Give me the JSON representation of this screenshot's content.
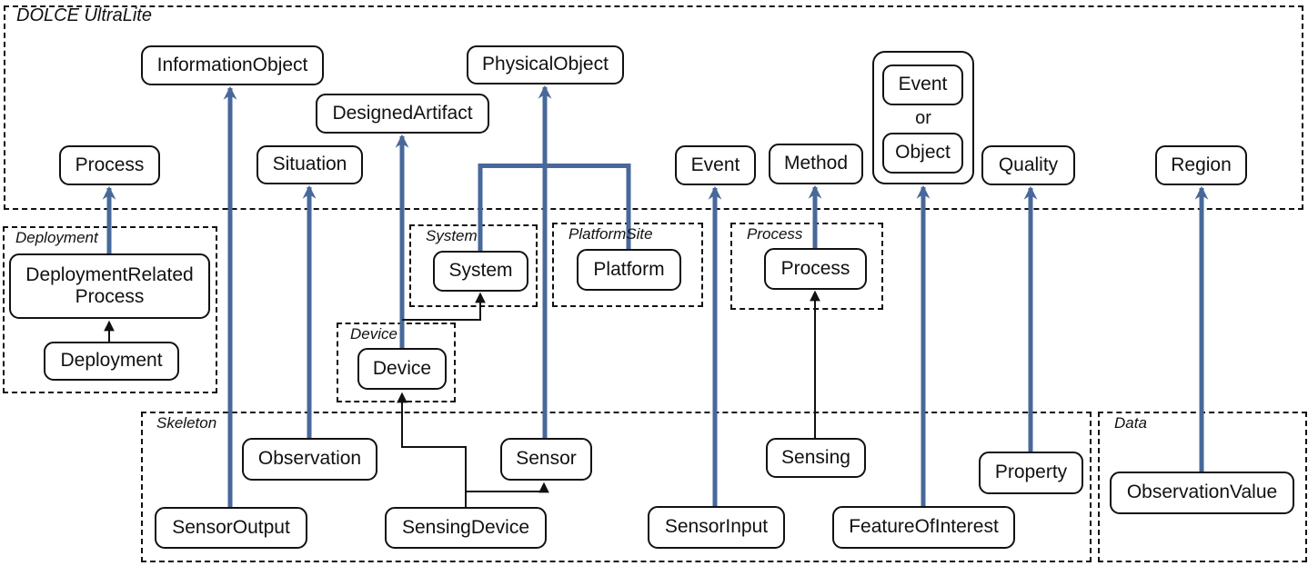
{
  "diagram_title": "DOLCE UltraLite",
  "colors": {
    "alignment_arrow": "#48689a",
    "subclass_arrow": "#111111",
    "box_border": "#111111",
    "background": "#ffffff"
  },
  "dul": {
    "label": "DOLCE UltraLite",
    "classes": {
      "informationObject": "InformationObject",
      "physicalObject": "PhysicalObject",
      "designedArtifact": "DesignedArtifact",
      "process": "Process",
      "situation": "Situation",
      "event": "Event",
      "method": "Method",
      "quality": "Quality",
      "region": "Region",
      "eventOrObject": {
        "event": "Event",
        "conjunction": "or",
        "object": "Object"
      }
    }
  },
  "modules": {
    "deployment": {
      "label": "Deployment",
      "classes": {
        "deploymentRelatedProcess": "DeploymentRelated\nProcess",
        "deployment": "Deployment"
      }
    },
    "system": {
      "label": "System",
      "classes": {
        "system": "System"
      }
    },
    "platformSite": {
      "label": "PlatformSite",
      "classes": {
        "platform": "Platform"
      }
    },
    "process": {
      "label": "Process",
      "classes": {
        "process": "Process"
      }
    },
    "device": {
      "label": "Device",
      "classes": {
        "device": "Device"
      }
    },
    "skeleton": {
      "label": "Skeleton",
      "classes": {
        "observation": "Observation",
        "sensorOutput": "SensorOutput",
        "sensor": "Sensor",
        "sensingDevice": "SensingDevice",
        "sensorInput": "SensorInput",
        "sensing": "Sensing",
        "featureOfInterest": "FeatureOfInterest",
        "property": "Property"
      }
    },
    "data": {
      "label": "Data",
      "classes": {
        "observationValue": "ObservationValue"
      }
    }
  },
  "edges": {
    "alignment": [
      {
        "from": "DeploymentRelatedProcess",
        "to": "Process"
      },
      {
        "from": "SensorOutput",
        "to": "InformationObject"
      },
      {
        "from": "Observation",
        "to": "Situation"
      },
      {
        "from": "Device",
        "to": "DesignedArtifact"
      },
      {
        "from": "Sensor",
        "to": "PhysicalObject"
      },
      {
        "from": "System",
        "to": "PhysicalObject"
      },
      {
        "from": "Platform",
        "to": "PhysicalObject"
      },
      {
        "from": "SensorInput",
        "to": "Event"
      },
      {
        "from": "Process",
        "to": "Method"
      },
      {
        "from": "FeatureOfInterest",
        "to": "Event or Object"
      },
      {
        "from": "Property",
        "to": "Quality"
      },
      {
        "from": "ObservationValue",
        "to": "Region"
      }
    ],
    "subclass": [
      {
        "from": "Deployment",
        "to": "DeploymentRelatedProcess"
      },
      {
        "from": "SensingDevice",
        "to": "Device"
      },
      {
        "from": "SensingDevice",
        "to": "Sensor"
      },
      {
        "from": "Device",
        "to": "System"
      },
      {
        "from": "Sensing",
        "to": "Process"
      }
    ]
  }
}
